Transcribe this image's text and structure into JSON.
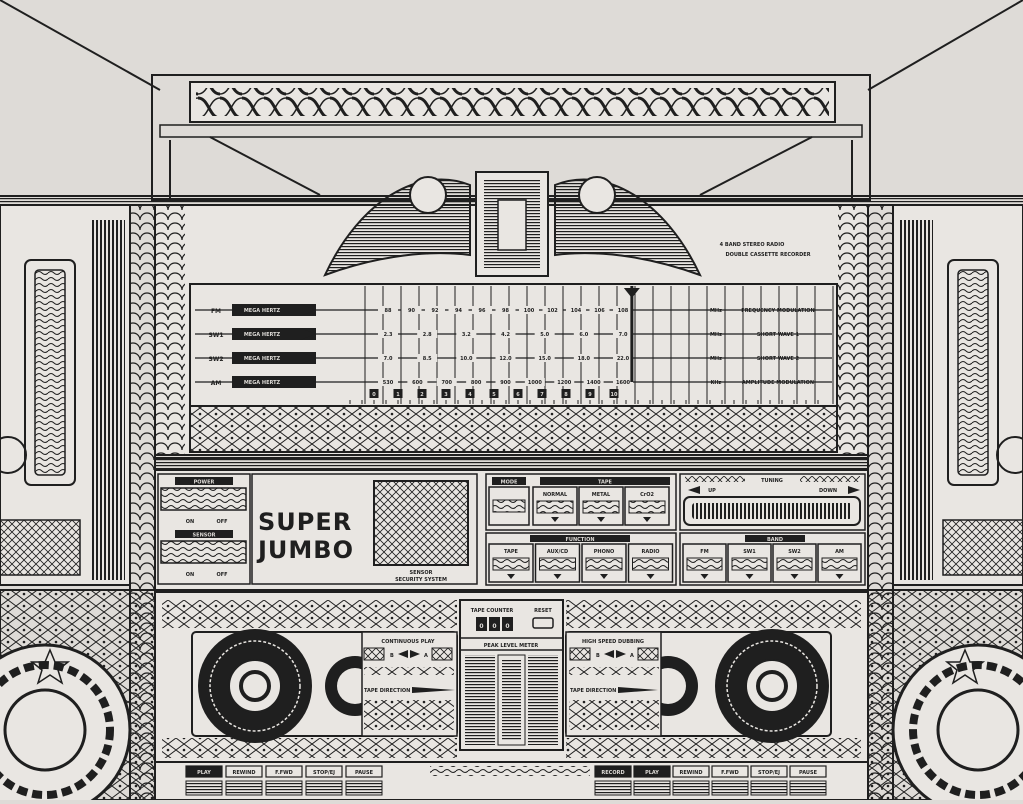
{
  "colors": {
    "background": "#dedbd7",
    "ink": "#1f1f1f",
    "paper": "#e9e6e2"
  },
  "header": {
    "line1": "4 BAND STEREO RADIO",
    "line2": "DOUBLE CASSETTE RECORDER"
  },
  "tuner": {
    "bands": [
      {
        "name": "FM",
        "unit_label": "MEGA HERTZ",
        "right_unit": "MHz",
        "right_desc": "FREQUENCY MODULATION",
        "scale": [
          "88",
          "90",
          "92",
          "94",
          "96",
          "98",
          "100",
          "102",
          "104",
          "106",
          "108"
        ]
      },
      {
        "name": "SW1",
        "unit_label": "MEGA HERTZ",
        "right_unit": "MHz",
        "right_desc": "SHORT WAVE 1",
        "scale": [
          "2.3",
          "2.8",
          "3.2",
          "4.2",
          "5.0",
          "6.0",
          "7.0"
        ]
      },
      {
        "name": "SW2",
        "unit_label": "MEGA HERTZ",
        "right_unit": "MHz",
        "right_desc": "SHORT WAVE 2",
        "scale": [
          "7.0",
          "8.5",
          "10.0",
          "12.0",
          "15.0",
          "18.0",
          "22.0"
        ]
      },
      {
        "name": "AM",
        "unit_label": "MEGA HERTZ",
        "right_unit": "KHz",
        "right_desc": "AMPLITUDE MODULATION",
        "scale": [
          "530",
          "600",
          "700",
          "800",
          "900",
          "1000",
          "1200",
          "1400",
          "1600"
        ]
      }
    ],
    "scale_markers": [
      "0",
      "1",
      "2",
      "3",
      "4",
      "5",
      "6",
      "7",
      "8",
      "9",
      "10"
    ],
    "needle_position": 0.58
  },
  "power": {
    "label": "POWER",
    "on": "ON",
    "off": "OFF"
  },
  "sensor": {
    "label": "SENSOR",
    "on": "ON",
    "off": "OFF"
  },
  "brand": {
    "line1": "SUPER",
    "line2": "JUMBO"
  },
  "security": {
    "line1": "SENSOR",
    "line2": "SECURITY SYSTEM"
  },
  "mode": {
    "label": "MODE"
  },
  "tape": {
    "label": "TAPE",
    "options": [
      "NORMAL",
      "METAL",
      "CrO2"
    ]
  },
  "tuning": {
    "label": "TUNING",
    "up": "UP",
    "down": "DOWN"
  },
  "function": {
    "label": "FUNCTION",
    "options": [
      "TAPE",
      "AUX/CD",
      "PHONO",
      "RADIO"
    ]
  },
  "band_select": {
    "label": "BAND",
    "options": [
      "FM",
      "SW1",
      "SW2",
      "AM"
    ]
  },
  "counter": {
    "label": "TAPE COUNTER",
    "reset": "RESET",
    "digits": [
      "0",
      "0",
      "0"
    ]
  },
  "meter": {
    "label": "PEAK LEVEL METER"
  },
  "deck_left": {
    "title": "CONTINUOUS PLAY",
    "a": "A",
    "b": "B",
    "direction": "TAPE DIRECTION"
  },
  "deck_right": {
    "title": "HIGH SPEED DUBBING",
    "a": "A",
    "b": "B",
    "direction": "TAPE DIRECTION"
  },
  "transport_left": [
    "PLAY",
    "REWIND",
    "F.FWD",
    "STOP/EJ",
    "PAUSE"
  ],
  "transport_right": [
    "RECORD",
    "PLAY",
    "REWIND",
    "F.FWD",
    "STOP/EJ",
    "PAUSE"
  ]
}
